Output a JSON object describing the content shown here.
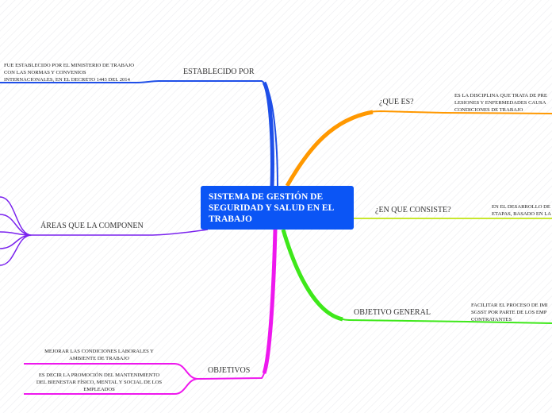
{
  "central": {
    "title": "SISTEMA DE GESTIÓN DE SEGURIDAD Y SALUD EN EL TRABAJO",
    "color": "#0b55f5"
  },
  "branches": {
    "establecido": {
      "label": "ESTABLECIDO POR",
      "color": "#1f4fe8",
      "note": "FUE ESTABLECIDO POR EL MINISTERIO DE TRABAJO\nCON LAS NORMAS Y CONVENIOS\nINTERNACIONALES, EN EL DECRETO 1443 DEL 2014"
    },
    "que_es": {
      "label": "¿QUE ES?",
      "color": "#ff9800",
      "note": "ES LA DISCIPLINA QUE TRATA DE PRE\nLESIONES Y ENFERMEDADES CAUSA\nCONDICIONES DE TRABAJO"
    },
    "consiste": {
      "label": "¿EN QUE CONSISTE?",
      "color": "#c8e830",
      "note": "EN EL DESARROLLO DE\nETAPAS, BASADO EN LA"
    },
    "objetivo_general": {
      "label": "OBJETIVO GENERAL",
      "color": "#3ee81a",
      "note": "FACILITAR EL PROCESO DE IMI\nSGSST POR PARTE DE LOS EMP\nCONTRATANTES"
    },
    "objetivos": {
      "label": "OBJETIVOS",
      "color": "#ee18ee",
      "notes": [
        "MEJORAR LAS CONDICIONES LABORALES Y\nAMBIENTE DE TRABAJO",
        "ES DECIR LA PROMOCIÓN DEL MANTENIMIENTO\nDEL BIENESTAR FÍSICO, MENTAL Y SOCIAL DE LOS\nEMPLEADOS"
      ]
    },
    "areas": {
      "label": "ÁREAS QUE LA COMPONEN",
      "color": "#7a22ee"
    }
  }
}
